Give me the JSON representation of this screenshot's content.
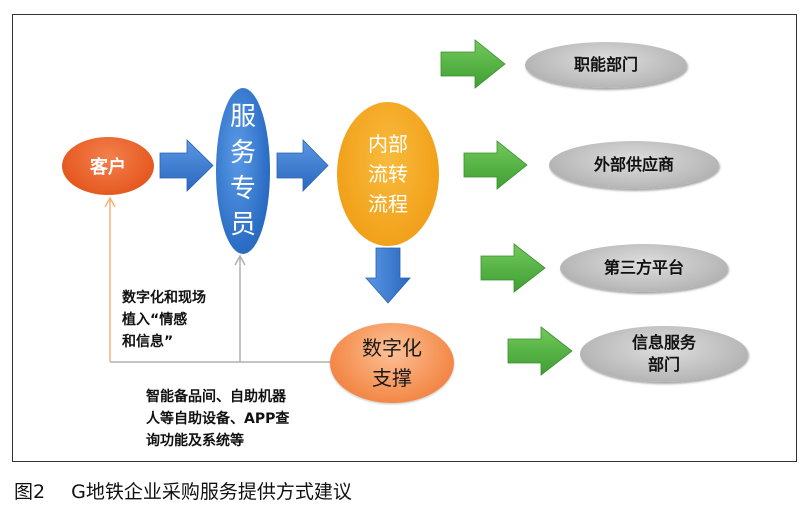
{
  "diagram": {
    "customer": "客户",
    "service_staff": [
      "服",
      "务",
      "专",
      "员"
    ],
    "internal_flow": [
      "内部",
      "流转",
      "流程"
    ],
    "digital_support": [
      "数字化",
      "支撑"
    ],
    "targets": {
      "functional_dept": "职能部门",
      "external_supplier": "外部供应商",
      "third_party_platform": "第三方平台",
      "info_service_dept": [
        "信息服务",
        "部门"
      ]
    },
    "notes": {
      "emotion_info": [
        "数字化和现场",
        "植入“情感",
        "和信息”"
      ],
      "self_service": [
        "智能备品间、自助机器",
        "人等自助设备、APP查",
        "询功能及系统等"
      ]
    }
  },
  "caption": {
    "figure_no": "图2",
    "title": "G地铁企业采购服务提供方式建议"
  },
  "colors": {
    "customer": "#e65a22",
    "service_staff": "#2d6fc6",
    "internal_flow": "#f2a11a",
    "digital_support": "#f48c4c",
    "target_nodes": "#b9b9b9",
    "blue_arrows": "#3a7dd6",
    "green_arrows": "#56b447"
  }
}
